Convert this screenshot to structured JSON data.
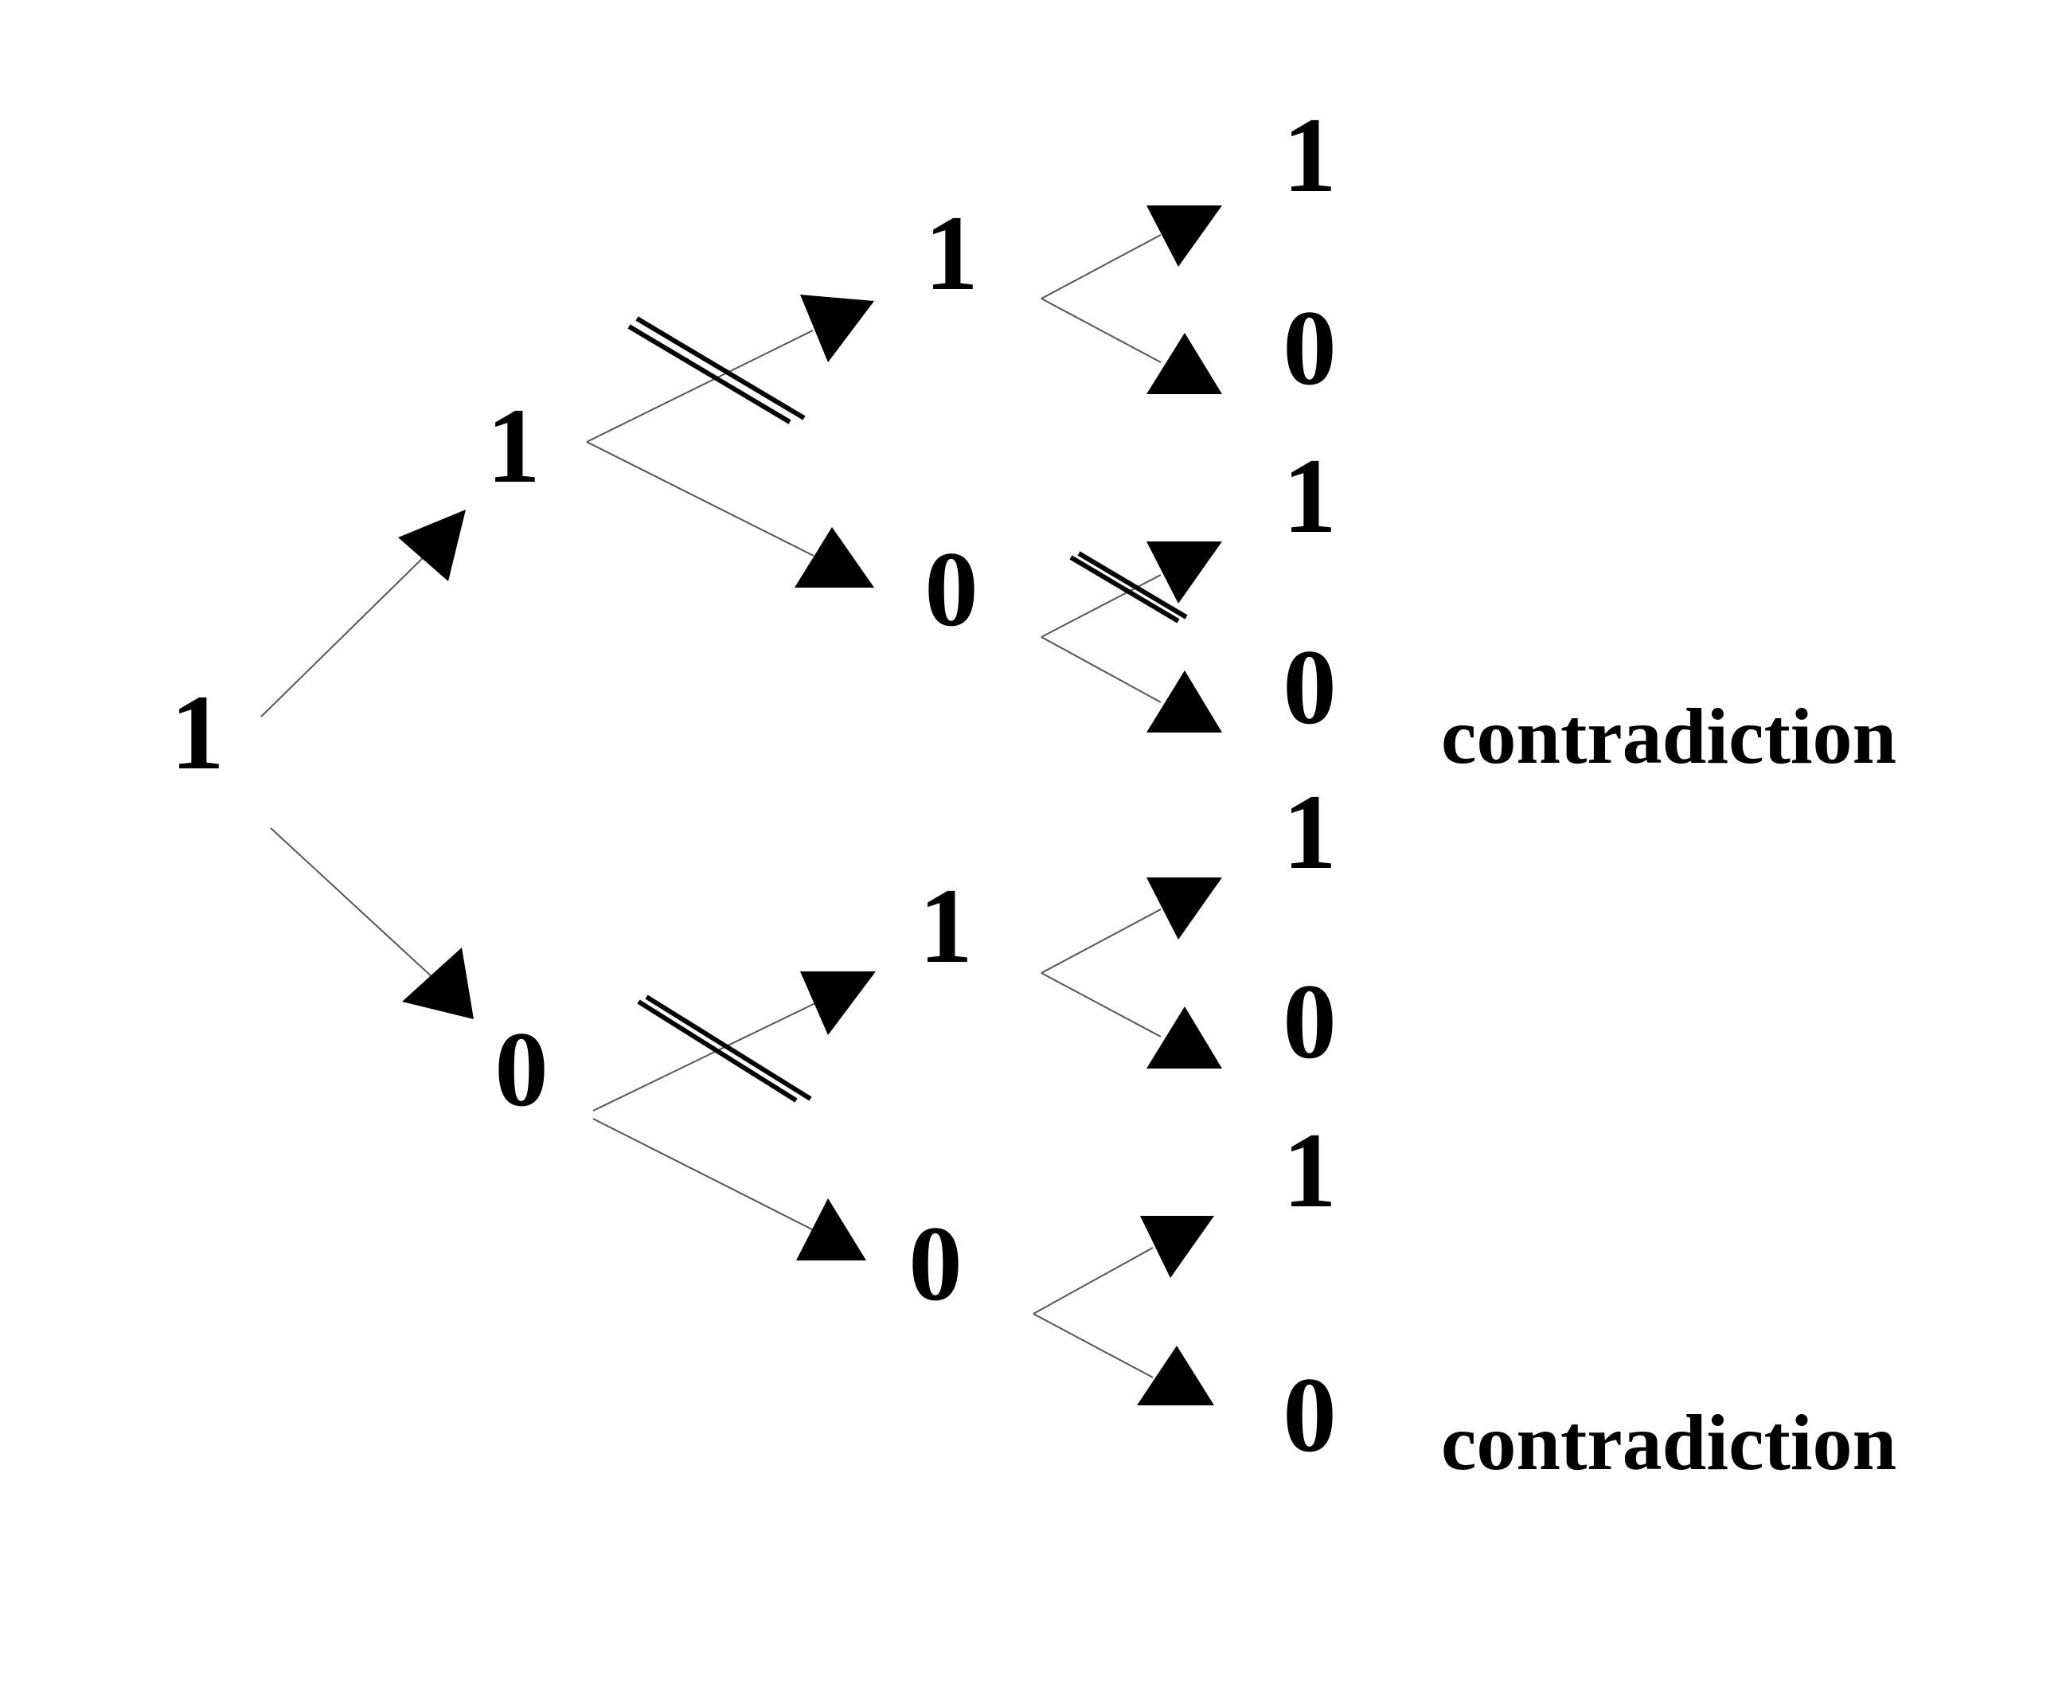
{
  "diagram": {
    "colors": {
      "background": "#ffffff",
      "ink": "#000000",
      "edge": "#555555"
    },
    "nodes": {
      "root": "1",
      "l1_top": "1",
      "l1_bottom": "0",
      "l2_a": "1",
      "l2_b": "0",
      "l2_c": "1",
      "l2_d": "0",
      "leaf_1": "1",
      "leaf_2": "0",
      "leaf_3": "1",
      "leaf_4": "0",
      "leaf_5": "1",
      "leaf_6": "0",
      "leaf_7": "1",
      "leaf_8": "0"
    },
    "notes": {
      "first": "contradiction",
      "second": "contradiction"
    }
  }
}
